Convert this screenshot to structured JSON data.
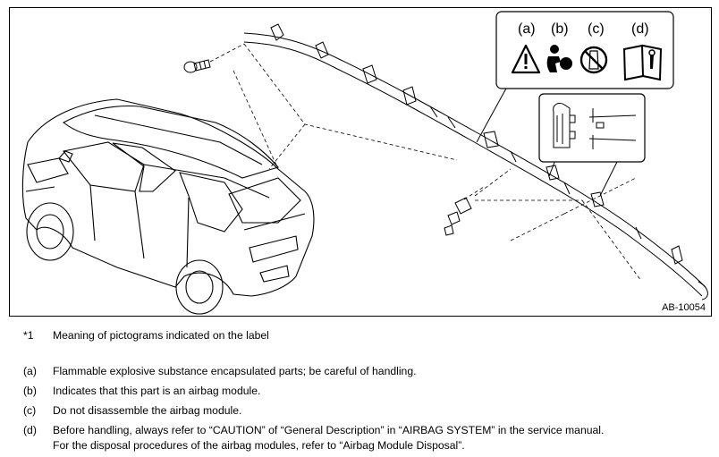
{
  "figure": {
    "id_code": "AB-10054",
    "pictogram_labels": [
      "(a)",
      "(b)",
      "(c)",
      "(d)"
    ]
  },
  "legend": {
    "note": {
      "key": "*1",
      "text": "Meaning of pictograms indicated on the label"
    },
    "items": [
      {
        "key": "(a)",
        "text": "Flammable explosive substance encapsulated parts; be careful of handling."
      },
      {
        "key": "(b)",
        "text": "Indicates that this part is an airbag module."
      },
      {
        "key": "(c)",
        "text": "Do not disassemble the airbag module."
      },
      {
        "key": "(d)",
        "text": "Before handling, always refer to “CAUTION” of “General Description” in “AIRBAG SYSTEM” in the service manual."
      }
    ],
    "continuation": "For the disposal procedures of the airbag modules, refer to “Airbag Module Disposal”."
  }
}
